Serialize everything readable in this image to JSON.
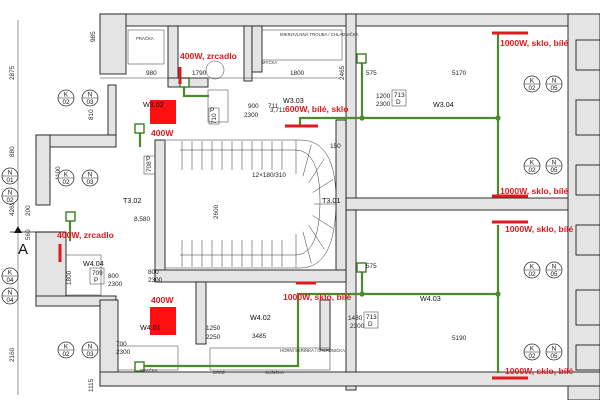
{
  "axis_label": "A",
  "colors": {
    "heater": "#ff1010",
    "label": "#e0191e",
    "pipe": "#4d8a2c",
    "wall_fill": "#e4e4e4"
  },
  "rooms": [
    {
      "code": "W3.03",
      "area": "3,711"
    },
    {
      "code": "W3.04",
      "area": ""
    },
    {
      "code": "W3.02",
      "area": ""
    },
    {
      "code": "T3.02",
      "area": "8,580"
    },
    {
      "code": "T3.01",
      "area": ""
    },
    {
      "code": "W4.04",
      "area": ""
    },
    {
      "code": "W4.02",
      "area": ""
    },
    {
      "code": "W4.03",
      "area": ""
    },
    {
      "code": "W4.01",
      "area": ""
    }
  ],
  "heaters": [
    {
      "label": "400W, zrcadlo"
    },
    {
      "label": "400W"
    },
    {
      "label": "600W, bílé, sklo"
    },
    {
      "label": "1000W, sklo, bílé"
    },
    {
      "label": "1000W, sklo, bílé"
    },
    {
      "label": "1000W, sklo, bílé"
    },
    {
      "label": "400W, zrcadlo"
    },
    {
      "label": "400W"
    },
    {
      "label": "1000W, sklo, bílé"
    },
    {
      "label": "1000W, sklo, bílé"
    }
  ],
  "dimensions": {
    "top": [
      "980",
      "1790",
      "1800",
      "575",
      "5170",
      "985"
    ],
    "left": [
      "2875",
      "810",
      "880",
      "1100",
      "4265",
      "200",
      "560",
      "1800",
      "2160",
      "1115"
    ],
    "mid": [
      "900",
      "2300",
      "1200",
      "2300",
      "12×180/310",
      "2600",
      "1250",
      "2250",
      "3485",
      "1480",
      "2300",
      "800",
      "2300",
      "700",
      "2300",
      "800",
      "2300",
      "5190",
      "575",
      "2465",
      "150"
    ]
  },
  "door_tags": [
    {
      "top": "713",
      "bottom": "D"
    },
    {
      "top": "713",
      "bottom": "D"
    },
    {
      "top": "708",
      "bottom": "P"
    },
    {
      "top": "709",
      "bottom": "P"
    },
    {
      "top": "710",
      "bottom": "P"
    },
    {
      "top": "711",
      "bottom": ""
    }
  ],
  "window_tags": [
    {
      "top": "K",
      "bottom": "02"
    },
    {
      "top": "N",
      "bottom": "03"
    },
    {
      "top": "K",
      "bottom": "02"
    },
    {
      "top": "N",
      "bottom": "03"
    },
    {
      "top": "N",
      "bottom": "01"
    },
    {
      "top": "N",
      "bottom": "02"
    },
    {
      "top": "K",
      "bottom": "04"
    },
    {
      "top": "N",
      "bottom": "04"
    },
    {
      "top": "K",
      "bottom": "02"
    },
    {
      "top": "N",
      "bottom": "03"
    },
    {
      "top": "K",
      "bottom": "02"
    },
    {
      "top": "N",
      "bottom": "05"
    },
    {
      "top": "K",
      "bottom": "02"
    },
    {
      "top": "N",
      "bottom": "05"
    },
    {
      "top": "K",
      "bottom": "02"
    },
    {
      "top": "N",
      "bottom": "05"
    },
    {
      "top": "K",
      "bottom": "02"
    },
    {
      "top": "N",
      "bottom": "05"
    }
  ],
  "small_labels": [
    "PRAČKA",
    "PRAČKA",
    "MYČKA",
    "SUŠIČKA",
    "DŘEZ",
    "MIKROVLNNÁ TROUBA / CHLADNIČKA",
    "HORNÍ SKŘÍŇKA / CHLADNIČKA"
  ]
}
